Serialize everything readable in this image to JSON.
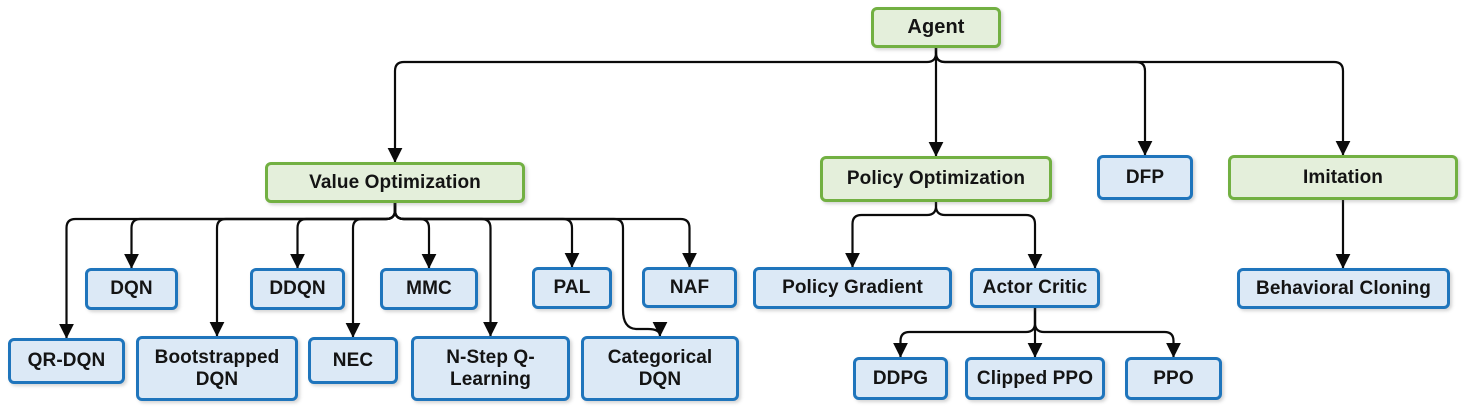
{
  "diagram": {
    "colors": {
      "green_border": "#72B042",
      "green_fill": "#E4EFDB",
      "blue_border": "#1F75BC",
      "blue_fill": "#DCE9F6",
      "line": "#0b0b0b"
    },
    "nodes": [
      {
        "id": "agent",
        "label": "Agent",
        "variant": "green"
      },
      {
        "id": "value-optimization",
        "label": "Value Optimization",
        "variant": "green"
      },
      {
        "id": "policy-optimization",
        "label": "Policy Optimization",
        "variant": "green"
      },
      {
        "id": "dfp",
        "label": "DFP",
        "variant": "blue"
      },
      {
        "id": "imitation",
        "label": "Imitation",
        "variant": "green"
      },
      {
        "id": "dqn",
        "label": "DQN",
        "variant": "blue"
      },
      {
        "id": "ddqn",
        "label": "DDQN",
        "variant": "blue"
      },
      {
        "id": "mmc",
        "label": "MMC",
        "variant": "blue"
      },
      {
        "id": "pal",
        "label": "PAL",
        "variant": "blue"
      },
      {
        "id": "naf",
        "label": "NAF",
        "variant": "blue"
      },
      {
        "id": "qr-dqn",
        "label": "QR-DQN",
        "variant": "blue"
      },
      {
        "id": "bootstrapped-dqn",
        "label": "Bootstrapped DQN",
        "variant": "blue"
      },
      {
        "id": "nec",
        "label": "NEC",
        "variant": "blue"
      },
      {
        "id": "n-step-q-learning",
        "label": "N-Step Q-Learning",
        "variant": "blue"
      },
      {
        "id": "categorical-dqn",
        "label": "Categorical DQN",
        "variant": "blue"
      },
      {
        "id": "policy-gradient",
        "label": "Policy Gradient",
        "variant": "blue"
      },
      {
        "id": "actor-critic",
        "label": "Actor Critic",
        "variant": "blue"
      },
      {
        "id": "ddpg",
        "label": "DDPG",
        "variant": "blue"
      },
      {
        "id": "clipped-ppo",
        "label": "Clipped PPO",
        "variant": "blue"
      },
      {
        "id": "ppo",
        "label": "PPO",
        "variant": "blue"
      },
      {
        "id": "behavioral-cloning",
        "label": "Behavioral Cloning",
        "variant": "blue"
      }
    ],
    "edges": [
      {
        "from": "agent",
        "to": "value-optimization"
      },
      {
        "from": "agent",
        "to": "policy-optimization"
      },
      {
        "from": "agent",
        "to": "dfp"
      },
      {
        "from": "agent",
        "to": "imitation"
      },
      {
        "from": "value-optimization",
        "to": "qr-dqn"
      },
      {
        "from": "value-optimization",
        "to": "dqn"
      },
      {
        "from": "value-optimization",
        "to": "bootstrapped-dqn"
      },
      {
        "from": "value-optimization",
        "to": "ddqn"
      },
      {
        "from": "value-optimization",
        "to": "nec"
      },
      {
        "from": "value-optimization",
        "to": "mmc"
      },
      {
        "from": "value-optimization",
        "to": "n-step-q-learning"
      },
      {
        "from": "value-optimization",
        "to": "pal"
      },
      {
        "from": "value-optimization",
        "to": "categorical-dqn"
      },
      {
        "from": "value-optimization",
        "to": "naf"
      },
      {
        "from": "policy-optimization",
        "to": "policy-gradient"
      },
      {
        "from": "policy-optimization",
        "to": "actor-critic"
      },
      {
        "from": "actor-critic",
        "to": "ddpg"
      },
      {
        "from": "actor-critic",
        "to": "clipped-ppo"
      },
      {
        "from": "actor-critic",
        "to": "ppo"
      },
      {
        "from": "imitation",
        "to": "behavioral-cloning"
      }
    ]
  }
}
